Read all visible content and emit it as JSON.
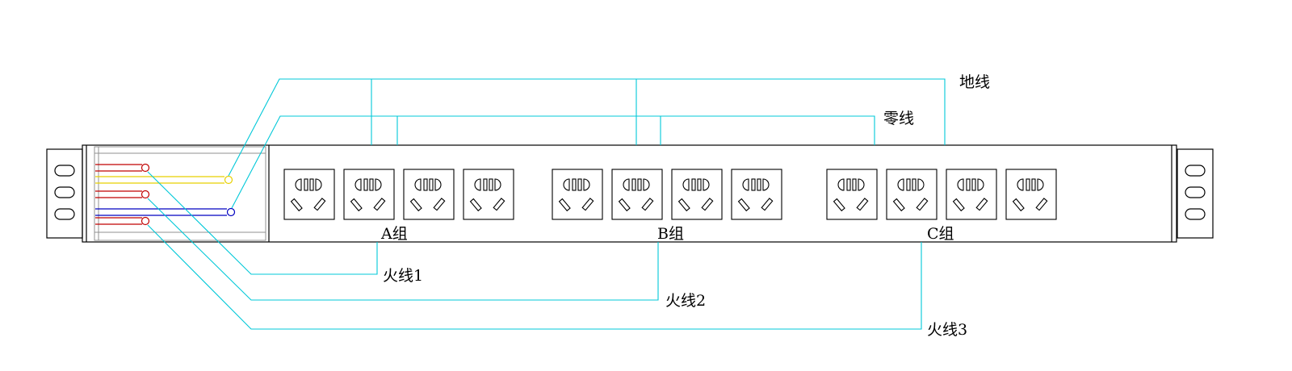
{
  "labels": {
    "ground": "地线",
    "neutral": "零线",
    "group_a": "A组",
    "group_b": "B组",
    "group_c": "C组",
    "live_1": "火线1",
    "live_2": "火线2",
    "live_3": "火线3"
  },
  "groups": [
    {
      "label_key": "group_a",
      "outlet_count": 4
    },
    {
      "label_key": "group_b",
      "outlet_count": 4
    },
    {
      "label_key": "group_c",
      "outlet_count": 4
    }
  ],
  "colors": {
    "outline": "#000000",
    "wire": "#00c8d8",
    "live_wire": "#c00000",
    "ground_wire": "#e8d000",
    "neutral_wire": "#0000c0",
    "frame_gray": "#909090"
  }
}
